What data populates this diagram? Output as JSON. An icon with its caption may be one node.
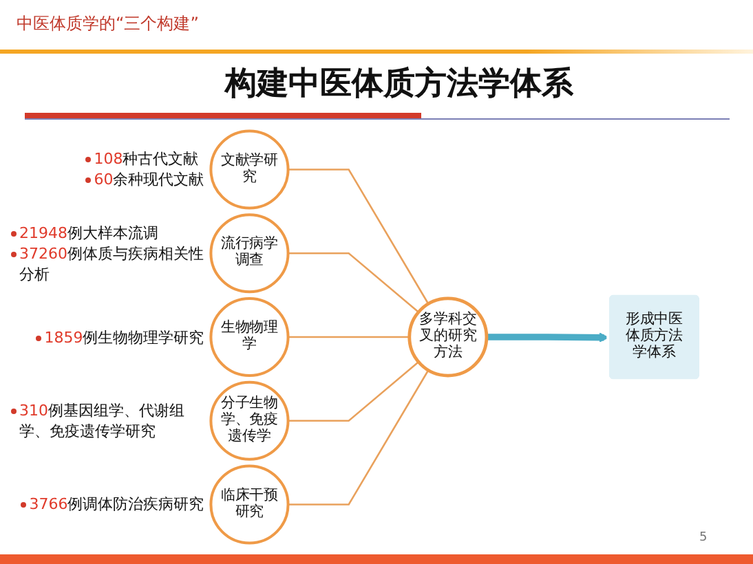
{
  "diagram": {
    "title": "构建中医体质方法学体系",
    "nodes": [
      {
        "text": [
          "文献学研究"
        ],
        "beside": [
          "108种古代文献",
          "60余种现代文献"
        ]
      },
      {
        "text": [
          "流行病学调查"
        ],
        "beside": [
          "21948例大样本流调",
          "37260例体质与疾病相关性分析"
        ]
      },
      {
        "text": [
          "生物物理学"
        ],
        "beside": [
          "1859例生物物理学研究"
        ]
      },
      {
        "text": [
          "分子生物学、免疫遗传学"
        ],
        "beside": [
          "310例基因组学、代谢组学、免疫遗传学研究"
        ]
      },
      {
        "text": [
          "临床干预研究"
        ],
        "beside": [
          "3766例调体防治疾病研究"
        ]
      },
      {
        "text": [
          "多学科交叉的研究方法"
        ]
      },
      {
        "text": [
          "形成中医体质方法学体系"
        ]
      }
    ],
    "edges": [
      {
        "from": 0,
        "to": 5,
        "arrow": "none"
      },
      {
        "from": 1,
        "to": 5,
        "arrow": "none"
      },
      {
        "from": 2,
        "to": 5,
        "arrow": "none"
      },
      {
        "from": 3,
        "to": 5,
        "arrow": "none"
      },
      {
        "from": 4,
        "to": 5,
        "arrow": "none"
      },
      {
        "from": 5,
        "to": 6,
        "arrow": "to",
        "style": "thick",
        "color": "#4bacc6"
      }
    ],
    "labels": [
      "中医体质学的“三个构建”",
      "5"
    ]
  }
}
